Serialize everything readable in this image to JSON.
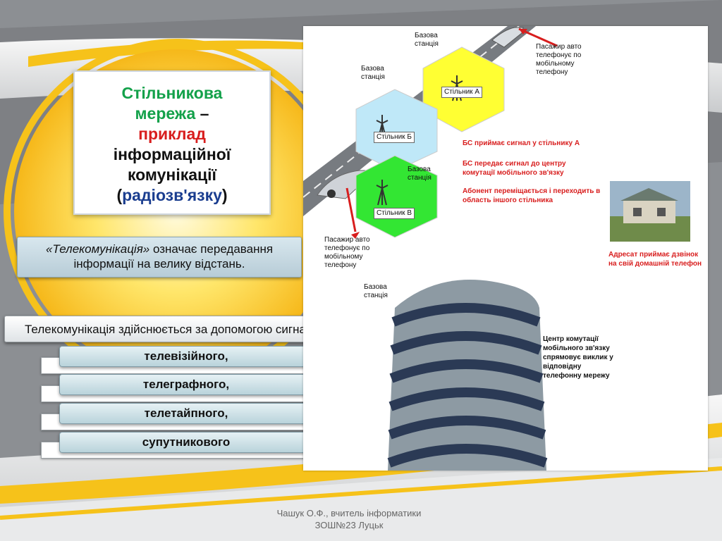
{
  "title": {
    "part1": "Стільникова",
    "part2": "мережа",
    "dash": " –",
    "part3": "приклад",
    "part4": "інформаційної",
    "part5": "комунікації",
    "paren_open": "(",
    "part6": "радіозв'язку",
    "paren_close": ")"
  },
  "definition": {
    "term": "«Телекомунікація»",
    "rest": " означає передавання інформації на велику відстань."
  },
  "signals": {
    "heading": "Телекомунікація здійснюється за допомогою сигналів:",
    "items": [
      "телевізійного,",
      "телеграфного,",
      "телетайпного,",
      "супутникового"
    ]
  },
  "diagram": {
    "base_station_top": "Базова станція",
    "base_station_left": "Базова станція",
    "base_station_green": "Базова станція",
    "base_station_bottom": "Базова станція",
    "cell_a": "Стільник А",
    "cell_b": "Стільник Б",
    "cell_v": "Стільник В",
    "passenger_top": "Пасажир авто телефонує по мобільному телефону",
    "passenger_left": "Пасажир авто телефонує по мобільному телефону",
    "step1": "БС приймає сигнал у стільнику А",
    "step2": "БС передає сигнал до центру комутації мобільного зв'язку",
    "step3": "Абонент переміщається і переходить в область іншого стільника",
    "addressee": "Адресат приймає дзвінок на свій домашній телефон",
    "switch_center": "Центр комутації мобільного зв'язку спрямовує виклик у відповідну телефонну мережу"
  },
  "footer": {
    "line1": "Чашук О.Ф., вчитель інформатики",
    "line2": "ЗОШ№23 Луцьк"
  },
  "colors": {
    "green": "#13a14a",
    "red": "#d81e1e",
    "blue": "#1a3d8f",
    "yellow": "#f6c21a",
    "cell_yellow": "#ffff33",
    "cell_blue": "#bfe8f8",
    "cell_green": "#33e633"
  }
}
